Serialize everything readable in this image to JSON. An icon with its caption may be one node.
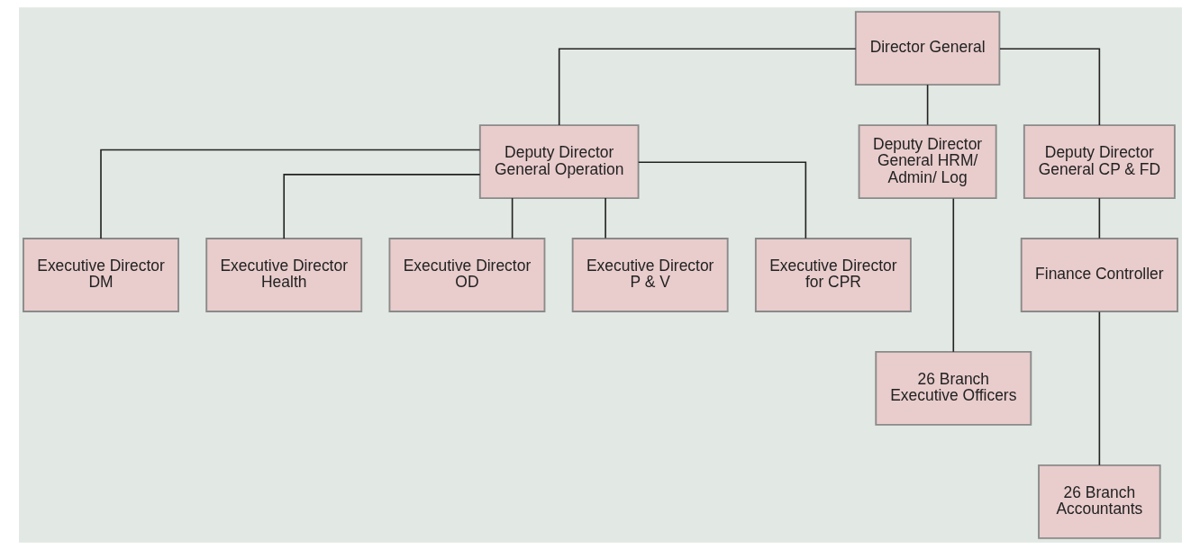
{
  "diagram": {
    "nodes": [
      {
        "text": [
          "Director General"
        ]
      },
      {
        "text": [
          "Deputy Director General Operation"
        ]
      },
      {
        "text": [
          "Deputy Director General HRM/ Admin/ Log"
        ]
      },
      {
        "text": [
          "Deputy Director General CP & FD"
        ]
      },
      {
        "text": [
          "Executive Director DM"
        ]
      },
      {
        "text": [
          "Executive Director Health"
        ]
      },
      {
        "text": [
          "Executive Director OD"
        ]
      },
      {
        "text": [
          "Executive Director P & V"
        ]
      },
      {
        "text": [
          "Executive Director for CPR"
        ]
      },
      {
        "text": [
          "26 Branch Executive Officers"
        ]
      },
      {
        "text": [
          "Finance Controller"
        ]
      },
      {
        "text": [
          "26 Branch Accountants"
        ]
      }
    ],
    "edges": [
      {
        "from": 0,
        "to": 1,
        "arrow": "none"
      },
      {
        "from": 0,
        "to": 2,
        "arrow": "none"
      },
      {
        "from": 0,
        "to": 3,
        "arrow": "none"
      },
      {
        "from": 1,
        "to": 4,
        "arrow": "none"
      },
      {
        "from": 1,
        "to": 5,
        "arrow": "none"
      },
      {
        "from": 1,
        "to": 6,
        "arrow": "none"
      },
      {
        "from": 1,
        "to": 7,
        "arrow": "none"
      },
      {
        "from": 1,
        "to": 8,
        "arrow": "none"
      },
      {
        "from": 2,
        "to": 9,
        "arrow": "none"
      },
      {
        "from": 3,
        "to": 10,
        "arrow": "none"
      },
      {
        "from": 10,
        "to": 11,
        "arrow": "none"
      }
    ]
  }
}
